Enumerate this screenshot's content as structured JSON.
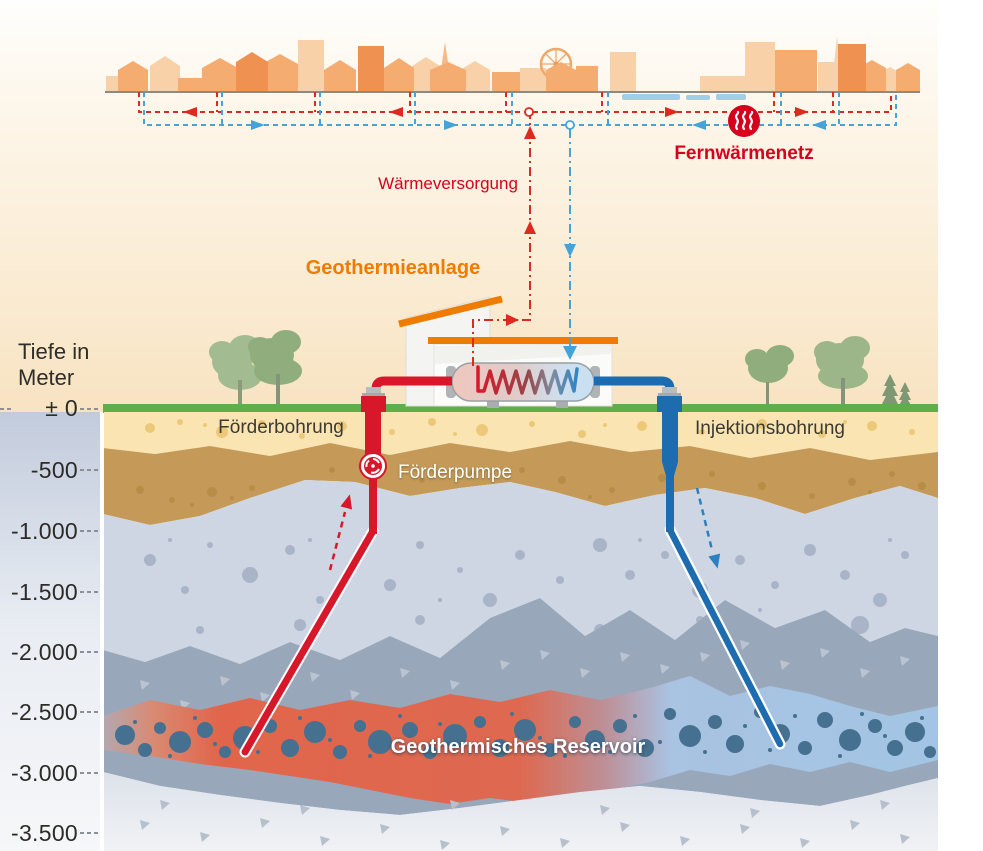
{
  "scene": {
    "depth_scale": {
      "title_line1": "Tiefe in",
      "title_line2": "Meter",
      "ticks": [
        "± 0",
        "-500",
        "-1.000",
        "-1.500",
        "-2.000",
        "-2.500",
        "-3.000",
        "-3.500"
      ]
    },
    "district_heating": {
      "network_label": "Fernwärmenetz",
      "supply_label": "Wärmeversorgung"
    },
    "plant_label": "Geothermieanlage",
    "production_well_label": "Förderbohrung",
    "injection_well_label": "Injektionsbohrung",
    "pump_label": "Förderpumpe",
    "reservoir_label": "Geothermisches Reservoir"
  },
  "icons": {
    "heat_icon": "heat-waves-in-red-circle",
    "pump_icon": "impeller-in-white-circle"
  },
  "colors": {
    "supply_red": "#dc2a1e",
    "pipe_red": "#d7182a",
    "return_blue": "#45a3d9",
    "pipe_blue": "#1e6cb0",
    "accent_orange": "#ee7c00",
    "ground_green": "#5fae49",
    "reservoir_hot": "#e0654b",
    "reservoir_cold": "#aacae8"
  }
}
